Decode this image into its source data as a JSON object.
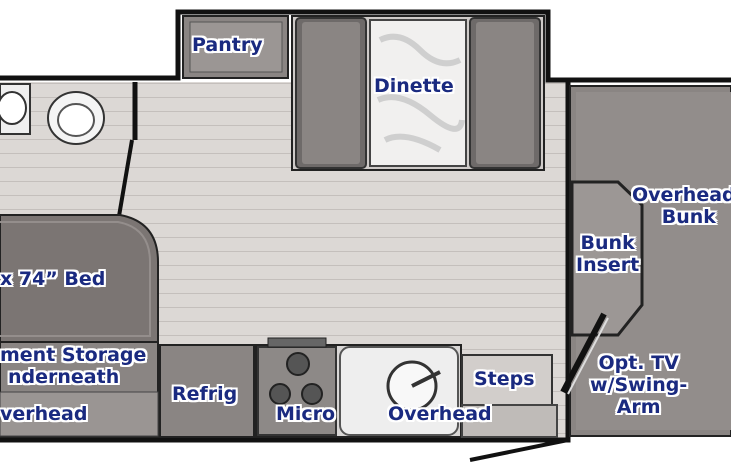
{
  "labels": {
    "pantry": "Pantry",
    "dinette": "Dinette",
    "overhead_bunk_line1": "Overhead",
    "overhead_bunk_line2": "Bunk",
    "bunk_insert_line1": "Bunk",
    "bunk_insert_line2": "Insert",
    "bed": "x 74” Bed",
    "storage_line1": "ment Storage",
    "storage_line2": "nderneath",
    "bed_overhead": "verhead",
    "refrig": "Refrig",
    "micro": "Micro",
    "overhead_kitchen": "Overhead",
    "steps": "Steps",
    "tv_line1": "Opt. TV",
    "tv_line2": "w/Swing-",
    "tv_line3": "Arm"
  },
  "colors": {
    "label_text": "#1a2a80",
    "wall": "#111111",
    "floor": "#d9d5d2",
    "cabinet": "#8a8583",
    "bed": "#7b7573",
    "seat": "#6e6a69"
  }
}
